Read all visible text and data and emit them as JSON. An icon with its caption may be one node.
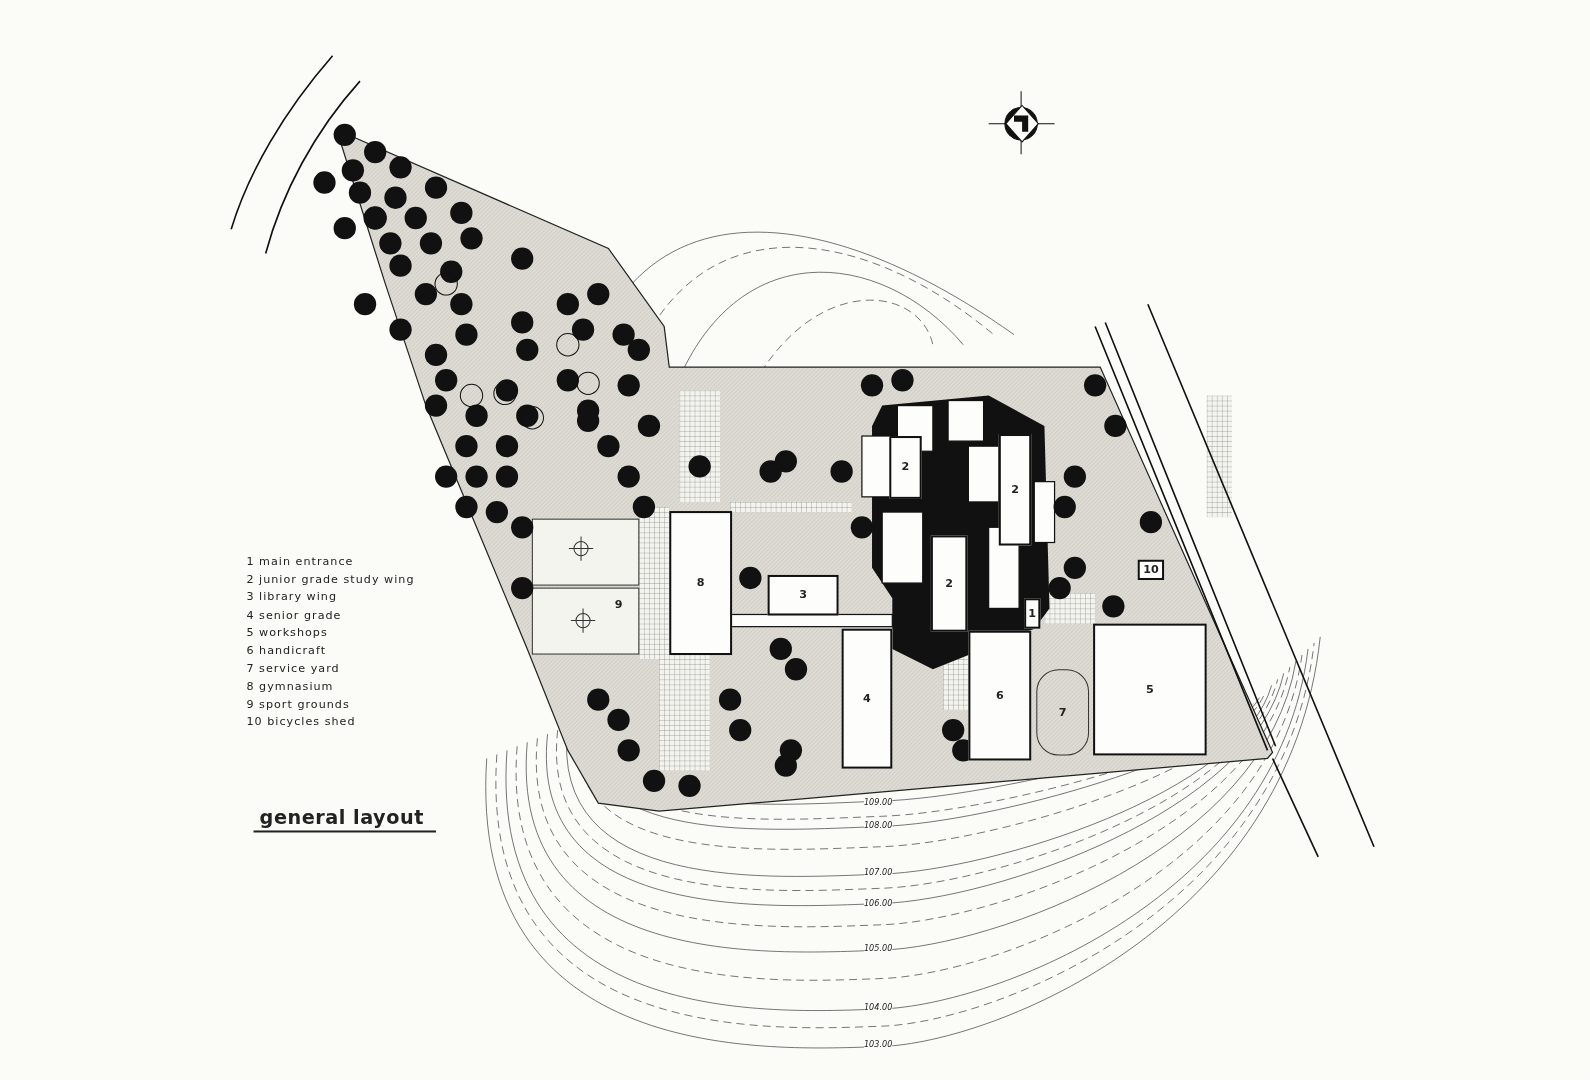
{
  "diagram": {
    "title": "general layout",
    "nodes": [
      {
        "text": [
          "8"
        ]
      },
      {
        "text": [
          "9"
        ]
      },
      {
        "text": [
          "3"
        ]
      },
      {
        "text": [
          "2"
        ]
      },
      {
        "text": [
          "2"
        ]
      },
      {
        "text": [
          "2"
        ]
      },
      {
        "text": [
          "1"
        ]
      },
      {
        "text": [
          "4"
        ]
      },
      {
        "text": [
          "6"
        ]
      },
      {
        "text": [
          "7"
        ]
      },
      {
        "text": [
          "5"
        ]
      },
      {
        "text": [
          "10"
        ]
      }
    ],
    "labels": [
      "1 main entrance",
      "2 junior grade study wing",
      "3 library wing",
      "4 senior grade",
      "5 workshops",
      "6 handicraft",
      "7 service yard",
      "8 gymnasium",
      "9 sport grounds",
      "10 bicycles shed",
      "109.00",
      "108.00",
      "107.00",
      "106.00",
      "105.00",
      "104.00",
      "103.00"
    ]
  }
}
